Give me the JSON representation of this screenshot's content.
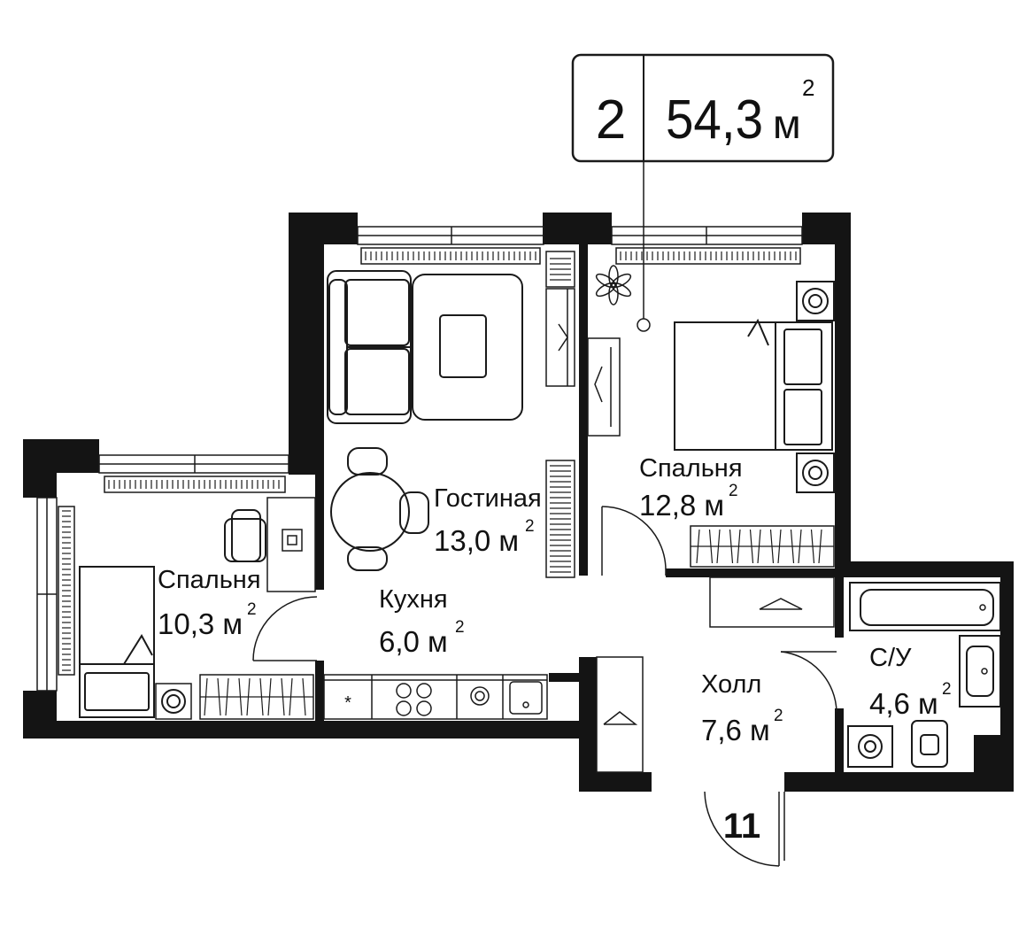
{
  "apartment": {
    "rooms_count": "2",
    "total_area": "54,3",
    "area_unit": "м",
    "area_unit_sup": "2",
    "apartment_number": "11"
  },
  "rooms": [
    {
      "id": "living",
      "name": "Гостиная",
      "area": "13,0 м",
      "sup": "2"
    },
    {
      "id": "bedroom-right",
      "name": "Спальня",
      "area": "12,8 м",
      "sup": "2"
    },
    {
      "id": "bedroom-left",
      "name": "Спальня",
      "area": "10,3 м",
      "sup": "2"
    },
    {
      "id": "kitchen",
      "name": "Кухня",
      "area": "6,0 м",
      "sup": "2"
    },
    {
      "id": "hall",
      "name": "Холл",
      "area": "7,6 м",
      "sup": "2"
    },
    {
      "id": "bathroom",
      "name": "С/У",
      "area": "4,6 м",
      "sup": "2"
    }
  ],
  "colors": {
    "walls": "#141414",
    "background": "#ffffff",
    "lines": "#1a1a1a"
  }
}
